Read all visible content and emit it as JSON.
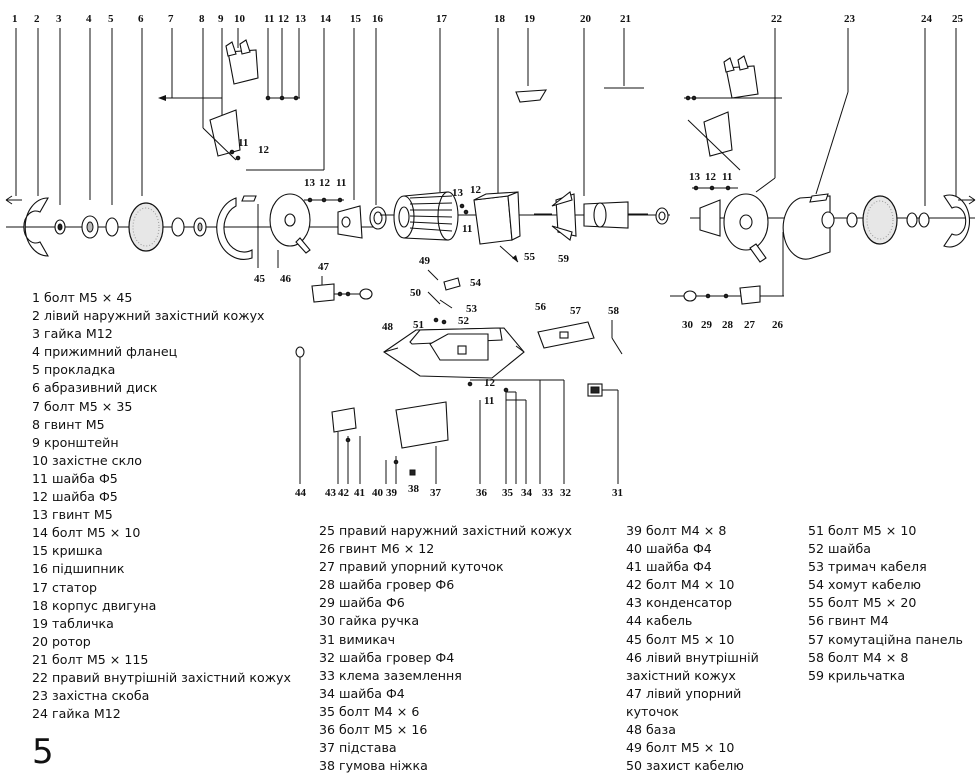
{
  "callouts": {
    "top": [
      "1",
      "2",
      "3",
      "4",
      "5",
      "6",
      "7",
      "8",
      "9",
      "10",
      "11",
      "12",
      "13",
      "14",
      "15",
      "16",
      "17",
      "18",
      "19",
      "20",
      "21",
      "22",
      "23",
      "24",
      "25"
    ],
    "grp_left": [
      "13",
      "12",
      "11"
    ],
    "grp_mid": [
      "13",
      "12",
      "11"
    ],
    "grp_right": [
      "13",
      "12",
      "11"
    ],
    "bracket_left": [
      "11",
      "12"
    ],
    "lower_left": [
      "45",
      "46",
      "47"
    ],
    "mid": [
      "49",
      "54",
      "50",
      "53",
      "51",
      "52",
      "48",
      "55",
      "59",
      "56",
      "57",
      "58"
    ],
    "right_lower": [
      "30",
      "29",
      "28",
      "27",
      "26"
    ],
    "bottom": [
      "44",
      "43",
      "42",
      "41",
      "40",
      "39",
      "38",
      "37",
      "36",
      "35",
      "34",
      "33",
      "32",
      "31"
    ],
    "base_small": [
      "12",
      "11"
    ]
  },
  "parts_col1": [
    "1 болт М5 × 45",
    "2 лівий наружний захістний кожух",
    "3 гайка М12",
    "4 прижимний фланец",
    "5 прокладка",
    "6 абразивний диск",
    "7 болт М5 × 35",
    "8 гвинт М5",
    "9 кронштейн",
    "10 захістне скло",
    "11 шайба Ф5",
    "12 шайба Ф5",
    "13 гвинт М5",
    "14 болт  М5 × 10",
    "15 кришка",
    "16 підшипник",
    "17 статор",
    "18 корпус двигуна",
    "19 табличка",
    "20 ротор",
    "21 болт  М5 × 115",
    "22 правий внутрішній захістний кожух",
    "23 захістна скоба",
    "24 гайка М12"
  ],
  "parts_col2": [
    "25 правий наружний захістний кожух",
    "26 гвинт М6 × 12",
    "27 правий упорний куточок",
    "28 шайба гровер Ф6",
    "29 шайба Ф6",
    "30 гайка ручка",
    "31 вимикач",
    "32 шайба гровер Ф4",
    "33 клема заземлення",
    "34 шайба Ф4",
    "35 болт М4 × 6",
    "36 болт  М5 × 16",
    "37 підстава",
    "38 гумова ніжка"
  ],
  "parts_col3": [
    "39 болт М4 × 8",
    "40 шайба Ф4",
    "41 шайба Ф4",
    "42 болт  М4 × 10",
    "43 конденсатор",
    "44 кабель",
    "45 болт М5 × 10",
    "46 лівий внутрішній",
    "захістний кожух",
    "47 лівий упорний",
    "куточок",
    "48 база",
    "49 болт М5 × 10",
    "50 захист кабелю"
  ],
  "parts_col4": [
    "51 болт  М5 × 10",
    "52 шайба",
    "53 тримач кабеля",
    "54 хомут кабелю",
    "55 болт М5 × 20",
    "56 гвинт М4",
    "57 комутаційна панель",
    "58 болт М4 × 8",
    "59 крильчатка"
  ],
  "page_number": "5"
}
